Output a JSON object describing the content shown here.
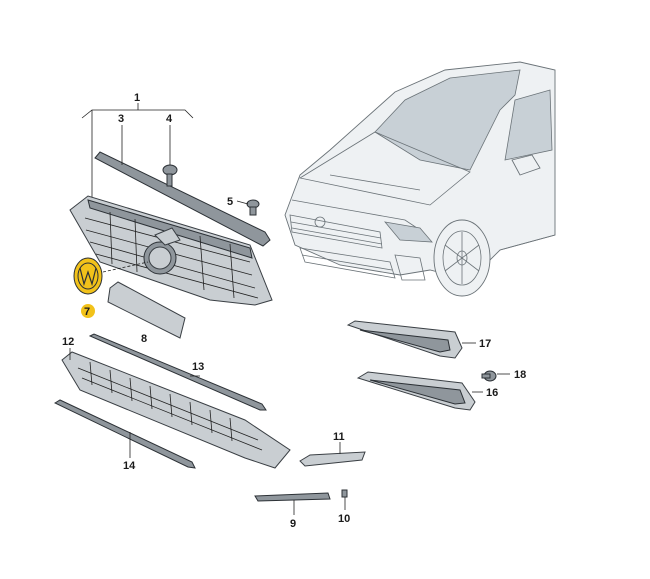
{
  "diagram": {
    "callouts": [
      {
        "id": "c1",
        "text": "1"
      },
      {
        "id": "c3",
        "text": "3"
      },
      {
        "id": "c4",
        "text": "4"
      },
      {
        "id": "c5",
        "text": "5"
      },
      {
        "id": "c7",
        "text": "7",
        "highlight": true
      },
      {
        "id": "c8",
        "text": "8"
      },
      {
        "id": "c9",
        "text": "9"
      },
      {
        "id": "c10",
        "text": "10"
      },
      {
        "id": "c11",
        "text": "11"
      },
      {
        "id": "c12",
        "text": "12"
      },
      {
        "id": "c13",
        "text": "13"
      },
      {
        "id": "c14",
        "text": "14"
      },
      {
        "id": "c16",
        "text": "16"
      },
      {
        "id": "c17",
        "text": "17"
      },
      {
        "id": "c18",
        "text": "18"
      }
    ],
    "colors": {
      "highlight": "#f2c21a",
      "part_fill": "#c9ced2",
      "part_stroke": "#3a3f44",
      "car_body": "#eef1f3"
    },
    "parts": [
      "car-front-view",
      "upper-grille",
      "grille-trim-strip",
      "emblem",
      "license-plate-bracket",
      "lower-grille",
      "lower-trim-strip",
      "lower-left-strip",
      "fog-light-cover-upper",
      "fog-light-cover-lower",
      "small-trim-piece",
      "small-bottom-strip",
      "clip",
      "screw",
      "fastener"
    ]
  }
}
